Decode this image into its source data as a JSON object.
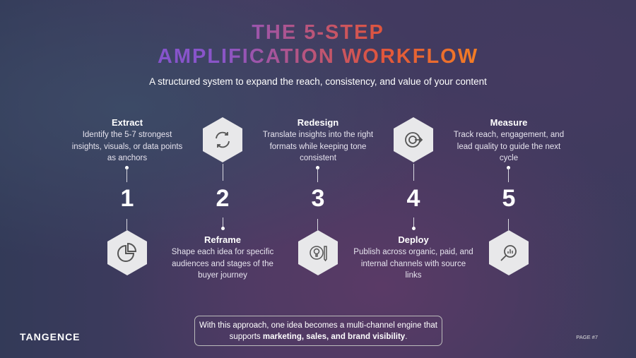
{
  "title": {
    "line1": "THE 5-STEP",
    "line2": "AMPLIFICATION WORKFLOW"
  },
  "subtitle": "A structured system to expand the reach, consistency, and value of your content",
  "steps": [
    {
      "number": "1",
      "title": "Extract",
      "desc": "Identify the 5-7 strongest insights, visuals, or data points as anchors",
      "icon": "pie-chart-icon"
    },
    {
      "number": "2",
      "title": "Reframe",
      "desc": "Shape each idea for specific audiences and stages of the buyer journey",
      "icon": "refresh-icon"
    },
    {
      "number": "3",
      "title": "Redesign",
      "desc": "Translate insights into the right formats while keeping tone consistent",
      "icon": "design-tools-icon"
    },
    {
      "number": "4",
      "title": "Deploy",
      "desc": "Publish across organic, paid, and internal channels with source links",
      "icon": "share-icon"
    },
    {
      "number": "5",
      "title": "Measure",
      "desc": "Track reach, engagement, and lead quality to guide the next cycle",
      "icon": "analytics-search-icon"
    }
  ],
  "footer": {
    "logo": "TANGENCE",
    "note_start": "With this approach, one idea becomes a multi-channel engine that supports ",
    "note_bold": "marketing, sales, and brand visibility",
    "note_end": ".",
    "page": "PAGE #7"
  }
}
